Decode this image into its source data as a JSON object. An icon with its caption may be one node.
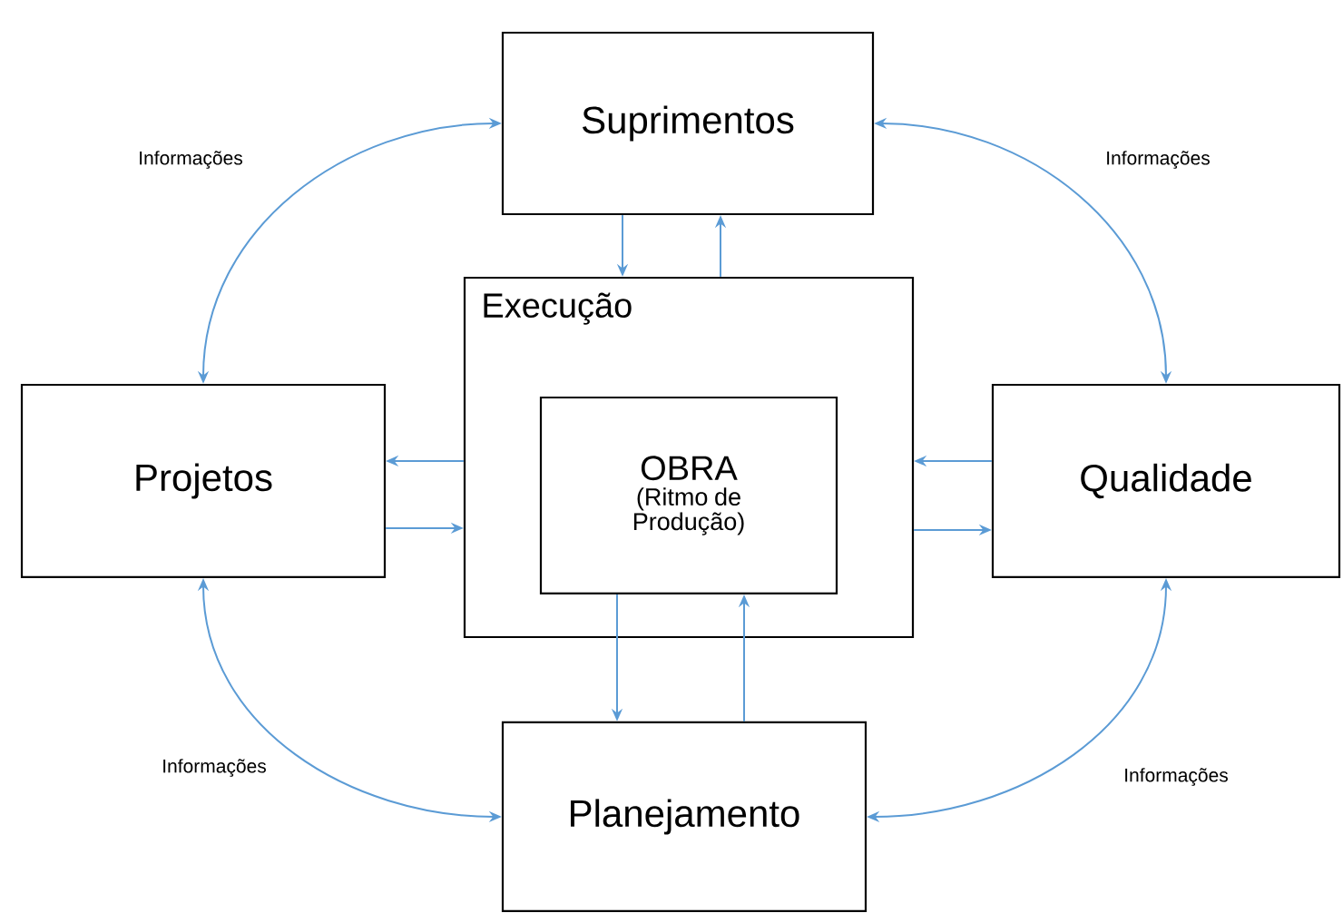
{
  "diagram": {
    "nodes": [
      {
        "text": [
          "Suprimentos"
        ]
      },
      {
        "text": [
          "Execução"
        ]
      },
      {
        "text": [
          "OBRA",
          "(Ritmo de Produção)"
        ],
        "in": 1
      },
      {
        "text": [
          "Projetos"
        ]
      },
      {
        "text": [
          "Qualidade"
        ]
      },
      {
        "text": [
          "Planejamento"
        ]
      }
    ],
    "edges": [
      {
        "from": 0,
        "to": 3,
        "arrow": "both",
        "label": "Informações"
      },
      {
        "from": 0,
        "to": 4,
        "arrow": "both",
        "label": "Informações"
      },
      {
        "from": 3,
        "to": 5,
        "arrow": "both",
        "label": "Informações"
      },
      {
        "from": 4,
        "to": 5,
        "arrow": "both",
        "label": "Informações"
      },
      {
        "from": 0,
        "to": 1,
        "arrow": "to"
      },
      {
        "from": 1,
        "to": 0,
        "arrow": "to"
      },
      {
        "from": 1,
        "to": 3,
        "arrow": "to"
      },
      {
        "from": 3,
        "to": 1,
        "arrow": "to"
      },
      {
        "from": 4,
        "to": 1,
        "arrow": "to"
      },
      {
        "from": 1,
        "to": 4,
        "arrow": "to"
      },
      {
        "from": 2,
        "to": 5,
        "arrow": "to"
      },
      {
        "from": 5,
        "to": 2,
        "arrow": "to"
      }
    ]
  }
}
